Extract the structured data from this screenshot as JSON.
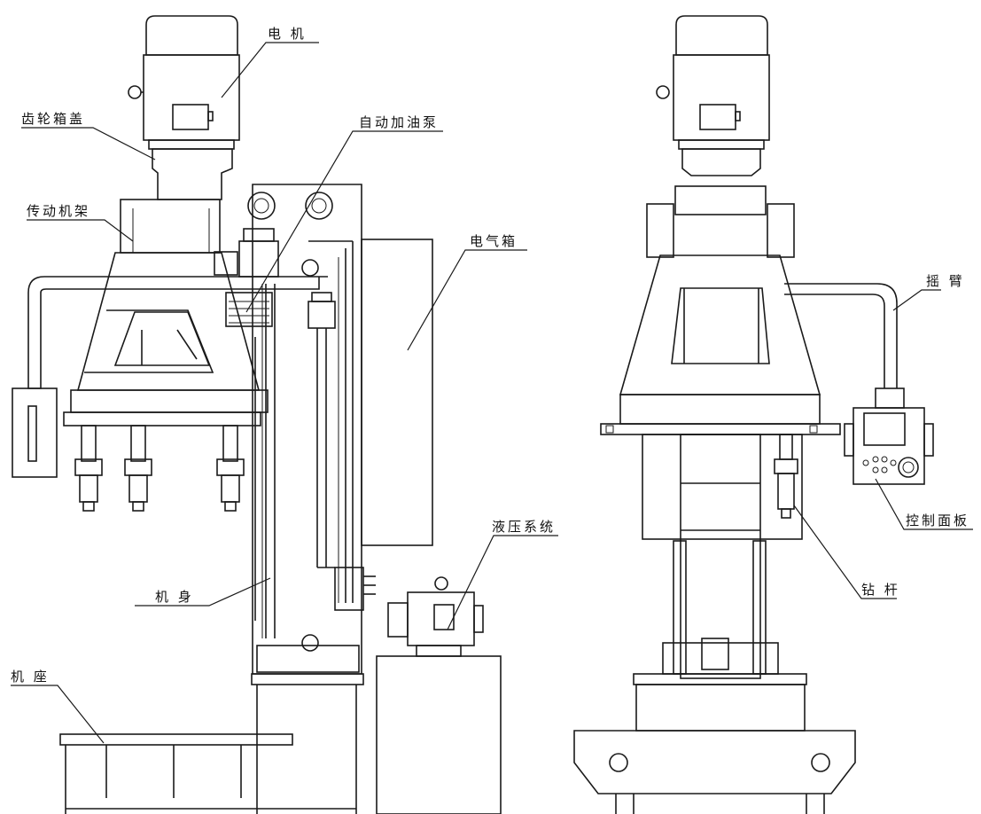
{
  "labels": {
    "motor": "电 机",
    "gearbox_cover": "齿轮箱盖",
    "oil_pump": "自动加油泵",
    "transmission_frame": "传动机架",
    "electrical_box": "电气箱",
    "body": "机 身",
    "base": "机 座",
    "hydraulic_system": "液压系统",
    "rocker_arm": "摇 臂",
    "control_panel": "控制面板",
    "drill_rod": "钻 杆"
  },
  "colors": {
    "line": "#1a1a1a",
    "background": "#ffffff"
  }
}
